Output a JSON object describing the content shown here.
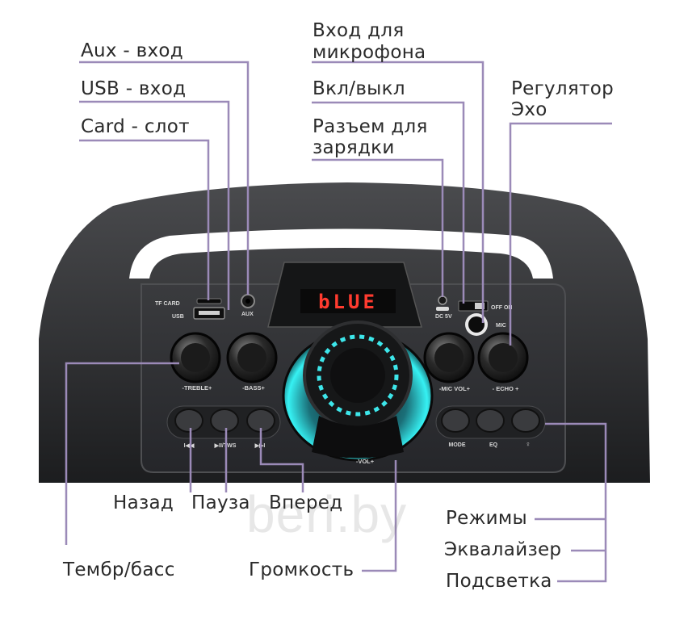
{
  "labels": {
    "aux": "Aux - вход",
    "usb": "USB - вход",
    "card": "Card - слот",
    "mic_line1": "Вход для",
    "mic_line2": "микрофона",
    "power": "Вкл/выкл",
    "charge_line1": "Разъем для",
    "charge_line2": "зарядки",
    "echo_line1": "Регулятор",
    "echo_line2": "Эхо",
    "prev": "Назад",
    "pause": "Пауза",
    "next": "Вперед",
    "modes": "Режимы",
    "eq": "Эквалайзер",
    "light": "Подсветка",
    "tone": "Тембр/басс",
    "volume": "Громкость"
  },
  "panel": {
    "tf_card": "TF CARD",
    "usb": "USB",
    "aux": "AUX",
    "display": "bLUE",
    "dc": "DC 5V",
    "off_on": "OFF ON",
    "mic": "MIC",
    "treble": "-TREBLE+",
    "bass": "-BASS+",
    "mic_vol": "-MIC VOL+",
    "echo": "- ECHO +",
    "vol": "-VOL+",
    "prev_sym": "I◀◀",
    "play_sym": "▶II/TWS",
    "next_sym": "▶▶I",
    "mode": "MODE",
    "eq": "EQ",
    "light_sym": "♀"
  },
  "watermark": "beri.by",
  "colors": {
    "leader": "#9b8ab8",
    "body": "#2a2b2d",
    "led_red": "#ff3b2f",
    "glow": "#2fe0e0"
  }
}
